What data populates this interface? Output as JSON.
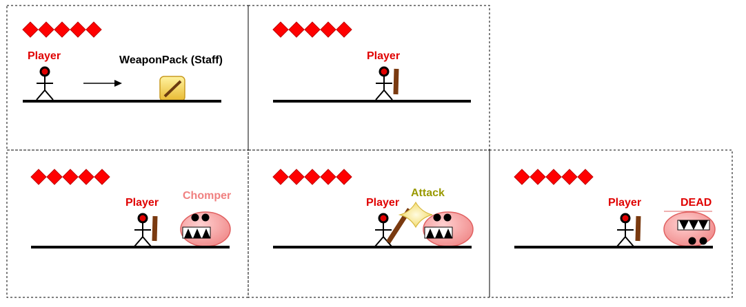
{
  "labels": {
    "player": "Player",
    "weapon_pack": "WeaponPack (Staff)",
    "chomper": "Chomper",
    "attack": "Attack",
    "dead": "DEAD"
  },
  "health_max": 5,
  "panels": [
    {
      "id": "panel-1-pickup",
      "health": 5
    },
    {
      "id": "panel-2-equipped",
      "health": 5
    },
    {
      "id": "panel-3-encounter",
      "health": 5
    },
    {
      "id": "panel-4-attack",
      "health": 5
    },
    {
      "id": "panel-5-dead",
      "health": 5
    }
  ],
  "colors": {
    "health": "#ff0000",
    "label_red": "#e00000",
    "chomper_label": "#f08080",
    "attack_label": "#999900",
    "staff": "#7a3a10",
    "chomper_body": "#f2a0a0",
    "weapon_pack_bg": "#f5d060"
  },
  "icons": {
    "health": "diamond-icon",
    "weapon_pack": "staff-pack-icon",
    "attack": "impact-burst-icon",
    "movement": "arrow-right-icon"
  }
}
